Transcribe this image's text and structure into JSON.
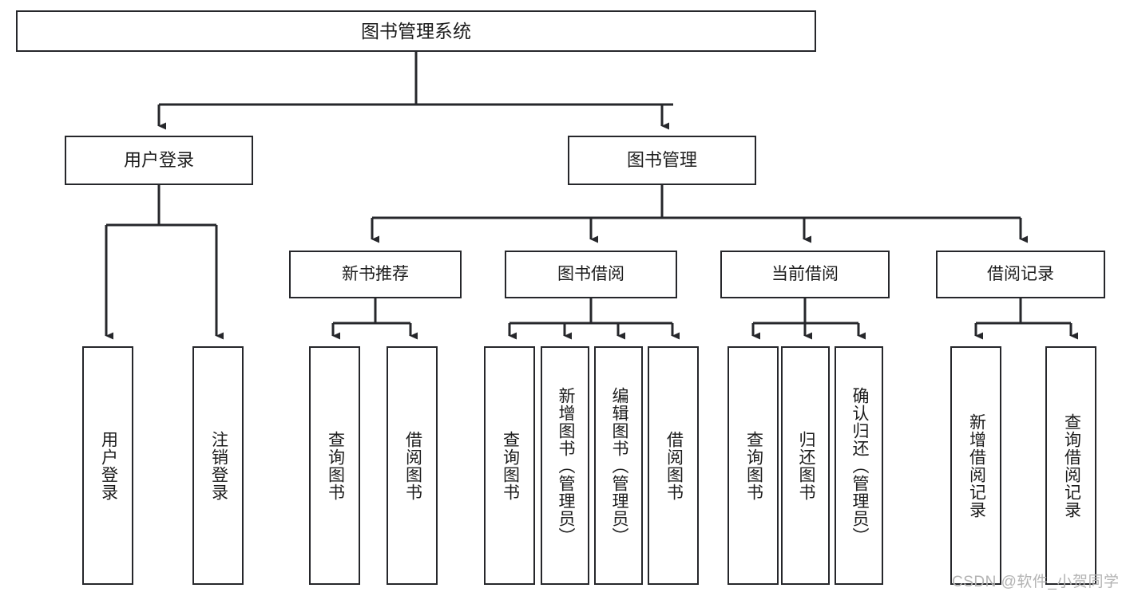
{
  "diagram": {
    "type": "tree",
    "title": "图书管理系统",
    "watermark": "CSDN @软件_小贺同学",
    "colors": {
      "box_border": "#26272b",
      "box_fill": "#ffffff",
      "edge": "#26272b",
      "text": "#1c1c1c",
      "watermark": "#b3b3b3",
      "background": "#ffffff"
    },
    "nodes": {
      "root": {
        "label": "图书管理系统"
      },
      "level2": [
        {
          "id": "user-login",
          "label": "用户登录"
        },
        {
          "id": "book-manage",
          "label": "图书管理"
        }
      ],
      "level3": [
        {
          "id": "new-book-recommend",
          "label": "新书推荐"
        },
        {
          "id": "book-borrow",
          "label": "图书借阅"
        },
        {
          "id": "current-borrow",
          "label": "当前借阅"
        },
        {
          "id": "borrow-record",
          "label": "借阅记录"
        }
      ],
      "leaves": [
        {
          "id": "leaf-user-login",
          "label": "用户登录",
          "parent": "user-login"
        },
        {
          "id": "leaf-user-logout",
          "label": "注销登录",
          "parent": "user-login"
        },
        {
          "id": "leaf-query-book-1",
          "label": "查询图书",
          "parent": "new-book-recommend"
        },
        {
          "id": "leaf-borrow-book-1",
          "label": "借阅图书",
          "parent": "new-book-recommend"
        },
        {
          "id": "leaf-query-book-2",
          "label": "查询图书",
          "parent": "book-borrow"
        },
        {
          "id": "leaf-add-book",
          "label": "新增图书（管理员）",
          "parent": "book-borrow"
        },
        {
          "id": "leaf-edit-book",
          "label": "编辑图书（管理员）",
          "parent": "book-borrow"
        },
        {
          "id": "leaf-borrow-book-2",
          "label": "借阅图书",
          "parent": "book-borrow"
        },
        {
          "id": "leaf-query-book-3",
          "label": "查询图书",
          "parent": "current-borrow"
        },
        {
          "id": "leaf-return-book",
          "label": "归还图书",
          "parent": "current-borrow"
        },
        {
          "id": "leaf-confirm-return",
          "label": "确认归还（管理员）",
          "parent": "current-borrow"
        },
        {
          "id": "leaf-add-record",
          "label": "新增借阅记录",
          "parent": "borrow-record"
        },
        {
          "id": "leaf-query-record",
          "label": "查询借阅记录",
          "parent": "borrow-record"
        }
      ]
    }
  }
}
